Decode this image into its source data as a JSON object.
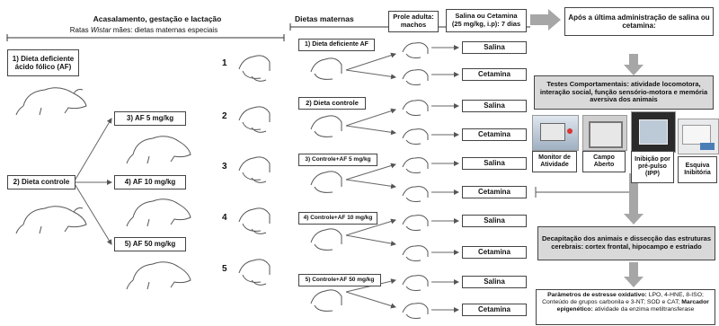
{
  "left": {
    "header": "Acasalamento, gestação e lactação",
    "subheader_prefix": "Ratas ",
    "subheader_italic": "Wistar",
    "subheader_suffix": " mães: dietas maternas especiais",
    "diet_af_def": "1) Dieta deficiente ácido fólico (AF)",
    "diet_control": "2) Dieta controle",
    "af5": "3) AF 5 mg/kg",
    "af10": "4) AF 10 mg/kg",
    "af50": "5) AF 50 mg/kg",
    "numbers": [
      "1",
      "2",
      "3",
      "4",
      "5"
    ]
  },
  "middle": {
    "header_diets": "Dietas maternas",
    "header_prole": "Prole adulta: machos",
    "header_salina": "Salina ou Cetamina (25 mg/kg, i.p): 7 dias",
    "groups": [
      {
        "label": "1) Dieta deficiente AF"
      },
      {
        "label": "2) Dieta controle"
      },
      {
        "label": "3) Controle+AF 5 mg/kg"
      },
      {
        "label": "4) Controle+AF 10 mg/kg"
      },
      {
        "label": "5) Controle+AF 50 mg/kg"
      }
    ],
    "salina": "Salina",
    "cetamina": "Cetamina"
  },
  "right": {
    "after_admin": "Após a última administração de salina ou cetamina:",
    "tests": "Testes Comportamentais: atividade locomotora, interação social, função sensório-motora e memória aversiva dos animais",
    "photo_captions": [
      "Monitor de Atividade",
      "Campo Aberto",
      "Inibição por pré-pulso (IPP)",
      "Esquiva Inibitória"
    ],
    "decap": "Decapitação dos animais e dissecção das estruturas cerebrais: cortex frontal, hipocampo e estriado",
    "params_bold1": "Parâmetros de estresse oxidativo:",
    "params_text1": " LPO, 4-HNE, 8-ISO; Conteúdo de grupos carbonila e 3-NT; SOD e CAT;",
    "params_bold2": "Marcador epigenético:",
    "params_text2": " atividade da enzima metiltransferase"
  },
  "colors": {
    "arrow_gray": "#a6a6a6",
    "box_gray": "#d9d9d9",
    "line": "#555555"
  }
}
